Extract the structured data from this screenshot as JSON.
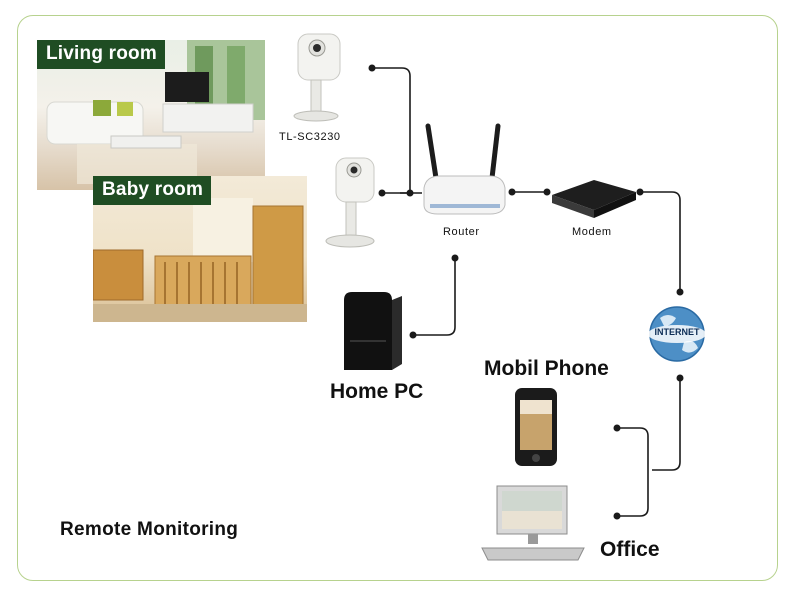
{
  "title": "Remote Monitoring",
  "rooms": {
    "living": "Living room",
    "baby": "Baby room"
  },
  "devices": {
    "camera": "TL-SC3230",
    "router": "Router",
    "modem": "Modem",
    "internet": "INTERNET",
    "home_pc": "Home PC",
    "mobile": "Mobil Phone",
    "office": "Office"
  },
  "colors": {
    "frame": "#b7d28e",
    "room_tag": "#1f4d23",
    "wire": "#1a1a1a"
  }
}
